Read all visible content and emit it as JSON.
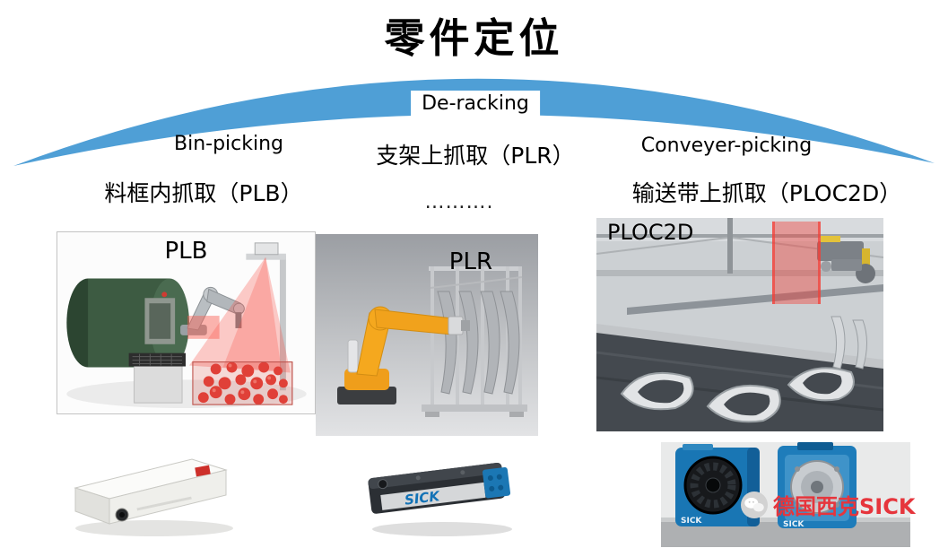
{
  "slide": {
    "title": "零件定位",
    "watermark": "德国西克SICK"
  },
  "categories": [
    {
      "en": "Bin-picking",
      "zh": "料框内抓取（PLB）"
    },
    {
      "en": "De-racking",
      "zh": "支架上抓取（PLR）",
      "dots": "………."
    },
    {
      "en": "Conveyer-picking",
      "zh": "输送带上抓取（PLOC2D）"
    }
  ],
  "panels": [
    {
      "label": "PLB"
    },
    {
      "label": "PLR"
    },
    {
      "label": "PLOC2D"
    }
  ],
  "products": [
    {
      "name": "laser-projector"
    },
    {
      "name": "plr-sensor",
      "brand": "SICK"
    },
    {
      "name": "ploc2d-camera-pair",
      "brand": "SICK"
    }
  ],
  "colors": {
    "arc": "#4f9fd6",
    "watermark": "#e6353c",
    "sick_blue": "#1272b6"
  }
}
